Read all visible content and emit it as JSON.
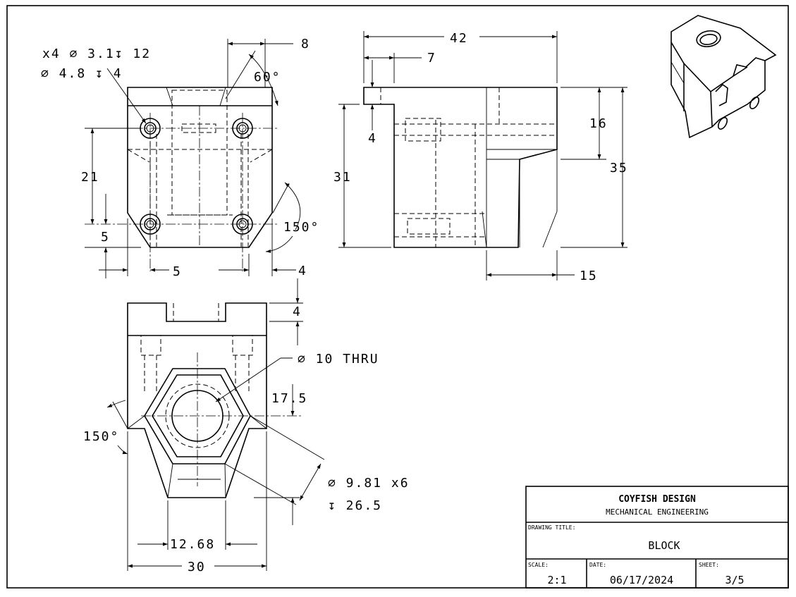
{
  "title_block": {
    "company": "COYFISH DESIGN",
    "department": "MECHANICAL ENGINEERING",
    "drawing_title_label": "DRAWING TITLE:",
    "drawing_title": "BLOCK",
    "scale_label": "SCALE:",
    "scale": "2:1",
    "date_label": "DATE:",
    "date": "06/17/2024",
    "sheet_label": "SHEET:",
    "sheet": "3/5"
  },
  "front_view": {
    "hole_note_1": "x4 ∅ 3.1↧ 12",
    "hole_note_2": "∅ 4.8 ↧ 4",
    "dim_8": "8",
    "dim_60": "60°",
    "dim_21": "21",
    "dim_5_vert": "5",
    "dim_5_horiz": "5",
    "dim_4": "4",
    "dim_150": "150°"
  },
  "side_view": {
    "dim_42": "42",
    "dim_7": "7",
    "dim_4": "4",
    "dim_31": "31",
    "dim_16": "16",
    "dim_35": "35",
    "dim_15": "15"
  },
  "bottom_view": {
    "dim_4": "4",
    "note_thru": "∅ 10 THRU",
    "dim_17_5": "17.5",
    "dim_150": "150°",
    "hex_note_1": "∅ 9.81 x6",
    "hex_note_2": "↧ 26.5",
    "dim_12_68": "12.68",
    "dim_30": "30"
  }
}
